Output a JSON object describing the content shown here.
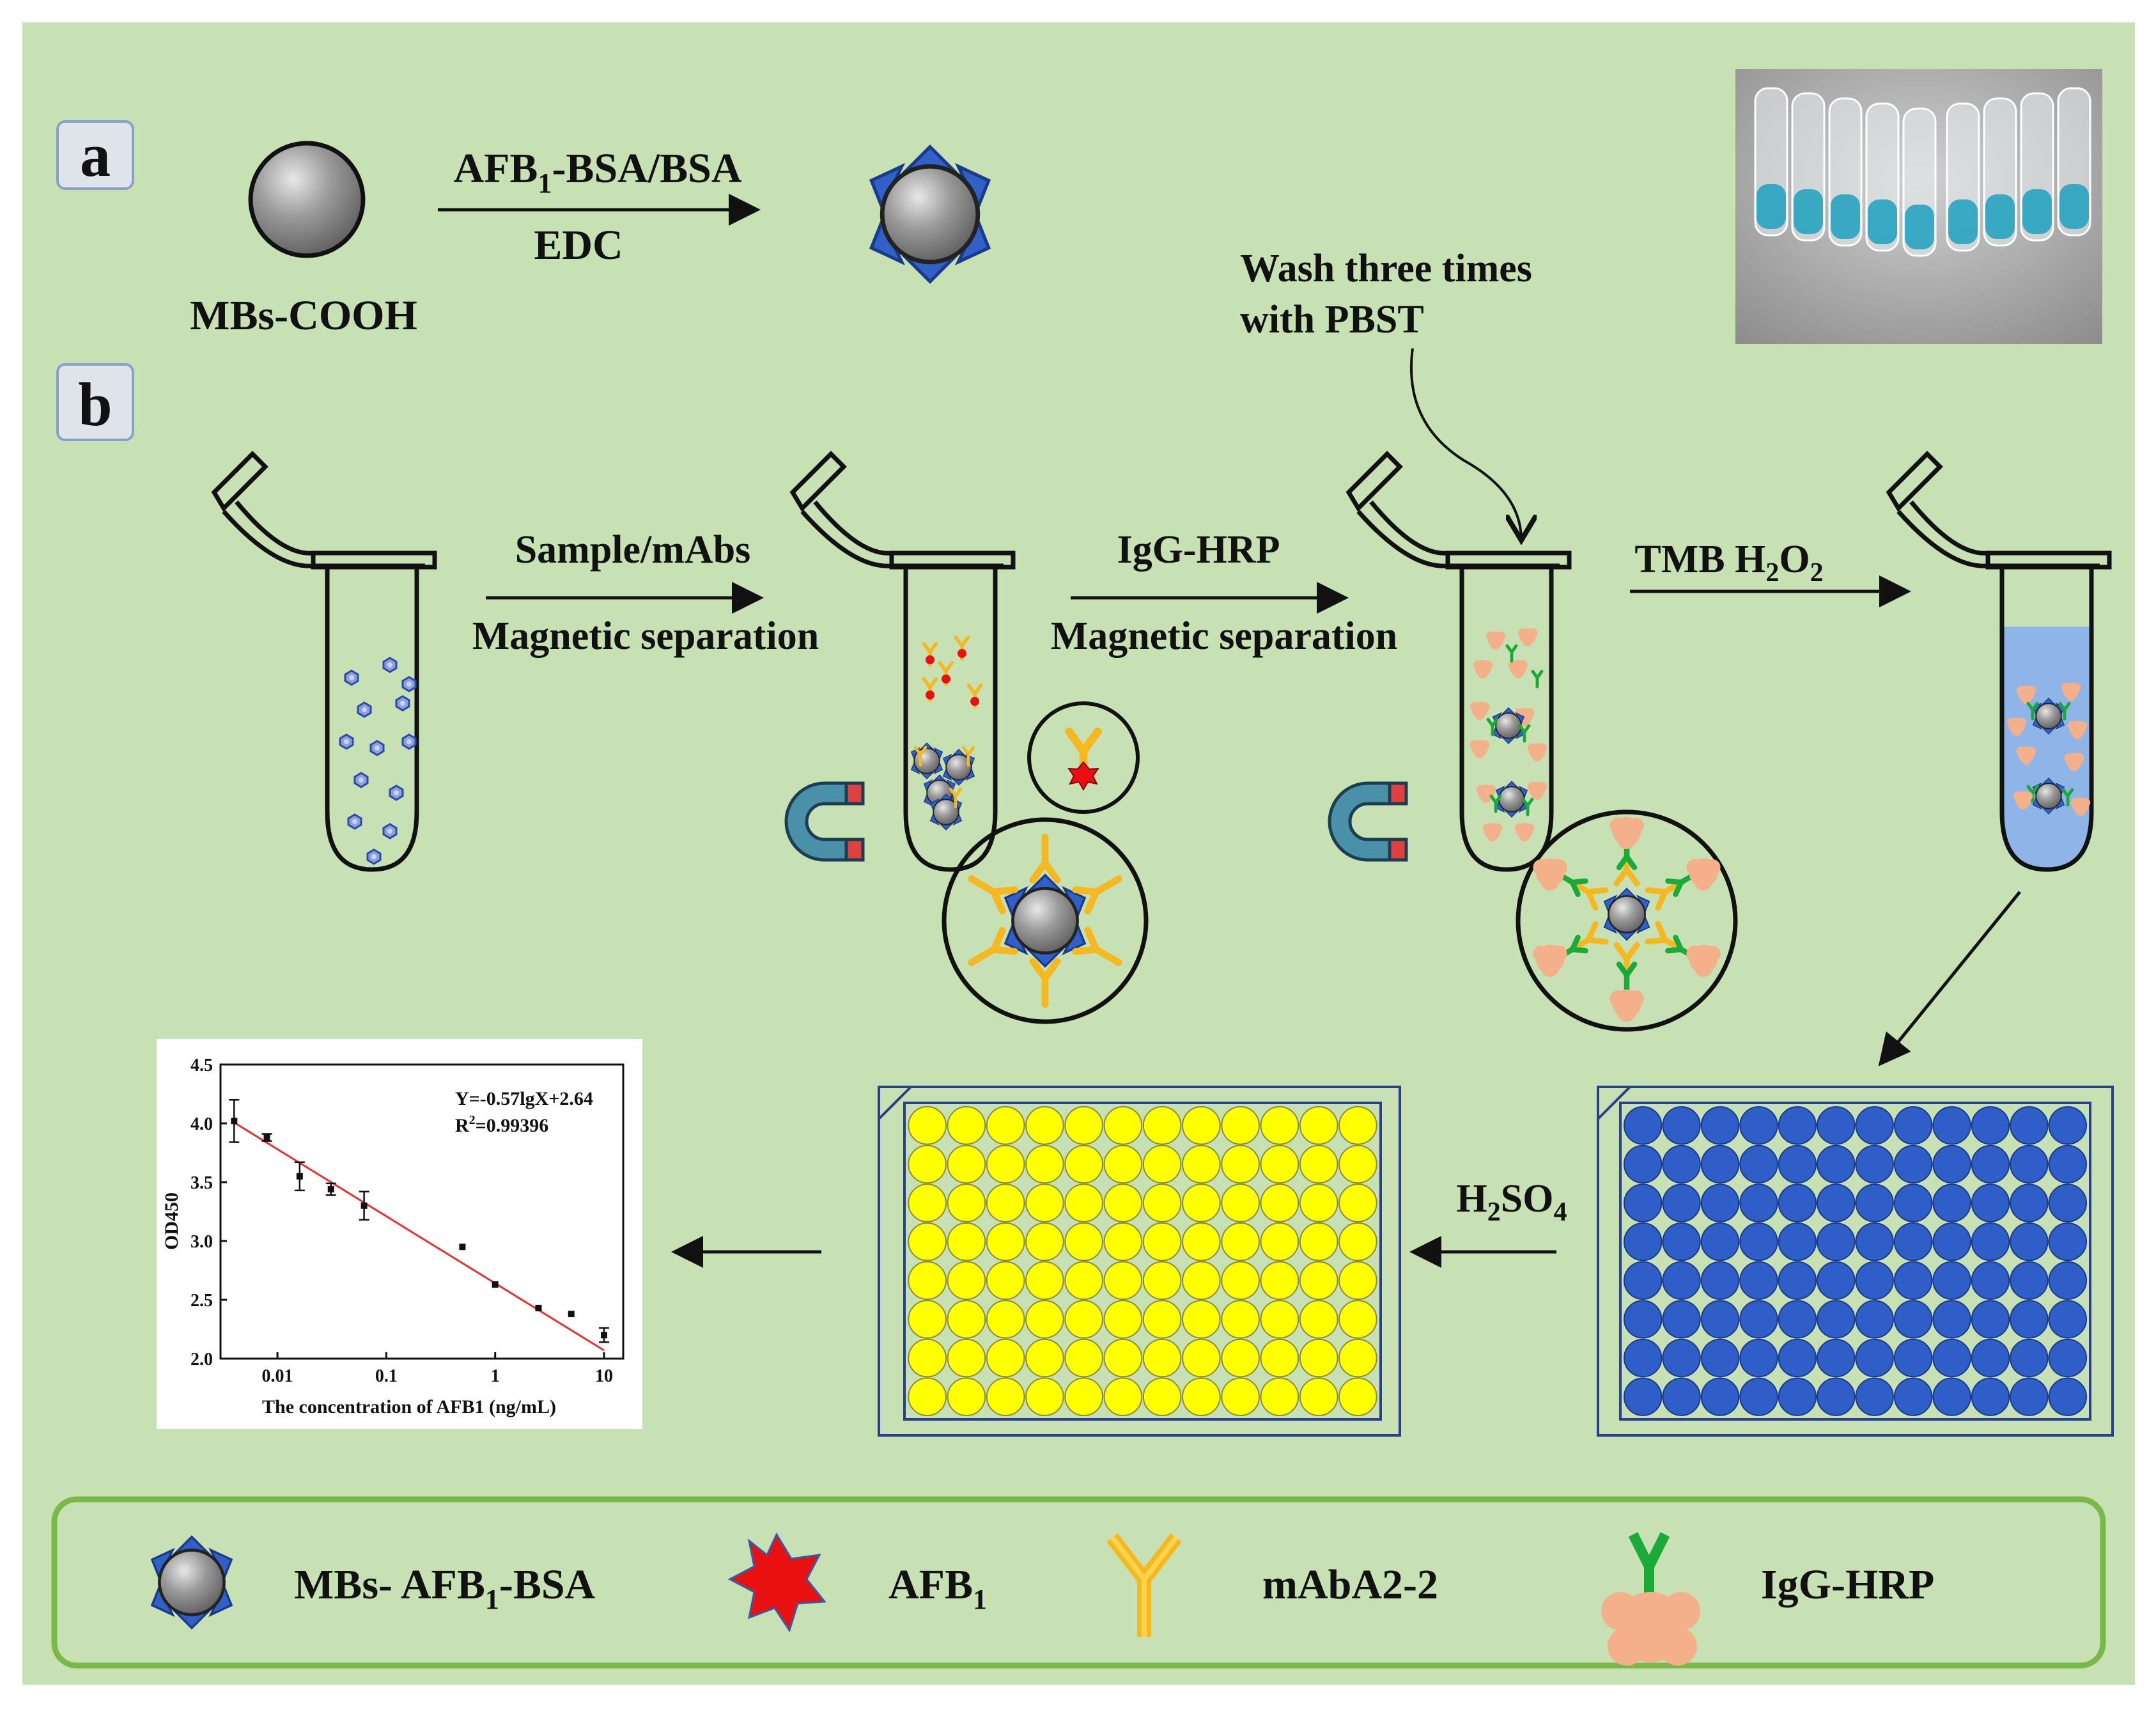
{
  "panel_a": {
    "label": "a",
    "bead_label": "MBs-COOH",
    "arrow_top": "AFB1-BSA/BSA",
    "arrow_top_parts": [
      "AFB",
      "1",
      "-BSA/BSA"
    ],
    "arrow_bottom": "EDC"
  },
  "panel_b": {
    "label": "b",
    "step1_top": "Sample/mAbs",
    "step1_bottom": "Magnetic separation",
    "step2_top": "IgG-HRP",
    "step2_bottom": "Magnetic separation",
    "wash_line1": "Wash three times",
    "wash_line2": "with PBST",
    "step3": "TMB  H2O2",
    "step3_parts": [
      "TMB  H",
      "2",
      "O",
      "2"
    ],
    "step4": "H2SO4",
    "step4_parts": [
      "H",
      "2",
      "SO",
      "4"
    ]
  },
  "plates": {
    "rows": 8,
    "cols": 12,
    "yellow_plate_color": "#ffff00",
    "blue_plate_color": "#2f5ec8"
  },
  "photo": {
    "tube_count": 9,
    "liquid_color": "#1fa0c0"
  },
  "chart_data": {
    "type": "scatter",
    "xlabel": "The concentration of AFB1 (ng/mL)",
    "ylabel": "OD450",
    "x_scale": "log",
    "xlim": [
      0.003,
      15
    ],
    "ylim": [
      2.0,
      4.5
    ],
    "x_ticks": [
      "0.01",
      "0.1",
      "1",
      "10"
    ],
    "y_ticks": [
      "2.0",
      "2.5",
      "3.0",
      "3.5",
      "4.0",
      "4.5"
    ],
    "annotation_equation": "Y=-0.57lgX+2.64",
    "annotation_r2": "R²=0.99396",
    "annotation_r2_parts": [
      "R",
      "2",
      "=0.99396"
    ],
    "series": [
      {
        "x": [
          0.004,
          0.008,
          0.016,
          0.031,
          0.0625,
          0.5,
          1.0,
          2.5,
          5.0,
          10.0
        ],
        "y": [
          4.02,
          3.88,
          3.55,
          3.44,
          3.3,
          2.95,
          2.63,
          2.43,
          2.38,
          2.2
        ],
        "err": [
          0.18,
          0.03,
          0.12,
          0.05,
          0.12,
          0.0,
          0.0,
          0.0,
          0.0,
          0.06
        ]
      }
    ],
    "fit": {
      "slope": -0.57,
      "intercept": 2.64,
      "color": "#e83030"
    },
    "grid": false
  },
  "legend": {
    "items": [
      {
        "label": "MBs- AFB1-BSA",
        "parts": [
          "MBs- AFB",
          "1",
          "-BSA"
        ]
      },
      {
        "label": "AFB1",
        "parts": [
          "AFB",
          "1",
          ""
        ]
      },
      {
        "label": "mAbA2-2",
        "parts": [
          "mAbA2-2",
          "",
          ""
        ]
      },
      {
        "label": "IgG-HRP",
        "parts": [
          "IgG-HRP",
          "",
          ""
        ]
      }
    ]
  },
  "colors": {
    "background": "#c7e0b4",
    "legend_border": "#7ab84a",
    "antibody": "#f5b820",
    "igg": "#1aaa3a",
    "hrp": "#f4b08a",
    "bead": "#8a8a8a",
    "triangle": "#3060c8",
    "afb1": "#e81010",
    "magnet": "#4a90a8",
    "liquid": "#8fb4e8"
  }
}
